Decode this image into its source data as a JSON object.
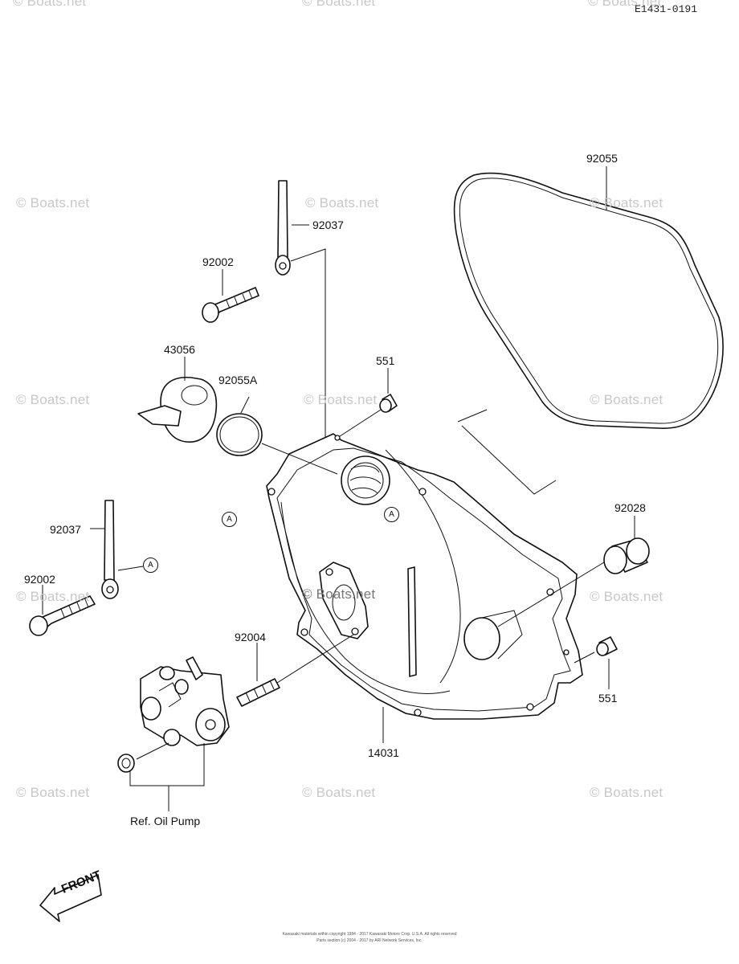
{
  "diagram_code": "E1431-0191",
  "watermark_text": "© Boats.net",
  "parts": {
    "gasket_large": "92055",
    "band_upper": "92037",
    "bolt_upper": "92002",
    "cap": "43056",
    "oring": "92055A",
    "dowel_upper": "551",
    "bushing": "92028",
    "band_lower": "92037",
    "bolt_lower": "92002",
    "stud": "92004",
    "dowel_lower": "551",
    "cover": "14031"
  },
  "ref_oil_pump": "Ref. Oil Pump",
  "marker_a": "A",
  "front_label": "FRONT",
  "footer_line1": "Kawasaki materials within copyright 1984 - 2017 Kawasaki Motors Corp. U.S.A. All rights reserved",
  "footer_line2": "Parts section (c) 2004 - 2017 by ARI Network Services, Inc."
}
